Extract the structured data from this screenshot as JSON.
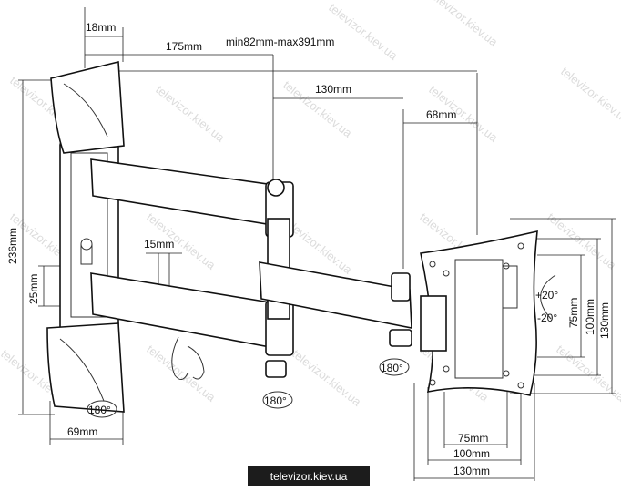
{
  "watermark": "televizor.kiev.ua",
  "site_label": "televizor.kiev.ua",
  "dimensions": {
    "top_left_offset": "18mm",
    "arm_inner": "175mm",
    "reach": "min82mm-max391mm",
    "arm_outer": "130mm",
    "plate_offset": "68mm",
    "height_total": "236mm",
    "arm_gap": "25mm",
    "arm_thickness": "15mm",
    "base_width": "69mm",
    "vesa_h_75": "75mm",
    "vesa_h_100": "100mm",
    "vesa_h_130": "130mm",
    "vesa_v_75": "75mm",
    "vesa_v_100": "100mm",
    "vesa_v_130": "130mm",
    "tilt_up": "+20°",
    "tilt_down": "-20°",
    "rotate_base": "180°",
    "rotate_elbow": "180°",
    "rotate_head": "180°"
  }
}
